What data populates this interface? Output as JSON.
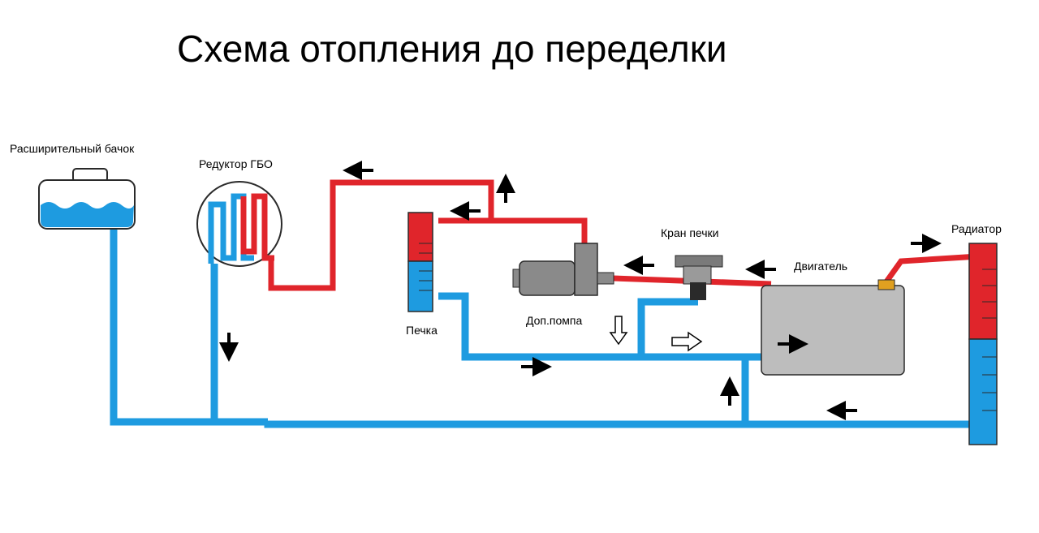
{
  "title": "Схема отопления до переделки",
  "labels": {
    "expansion_tank": "Расширительный бачок",
    "gas_reducer": "Редуктор ГБО",
    "heater_core": "Печка",
    "extra_pump": "Доп.помпа",
    "heater_valve": "Кран печки",
    "engine": "Двигатель",
    "radiator": "Радиатор"
  },
  "colors": {
    "hot": "#e0252b",
    "cold": "#1e9be0",
    "outline": "#2a2a2a",
    "engine_fill": "#bdbdbd",
    "pump_fill": "#8a8a8a"
  }
}
